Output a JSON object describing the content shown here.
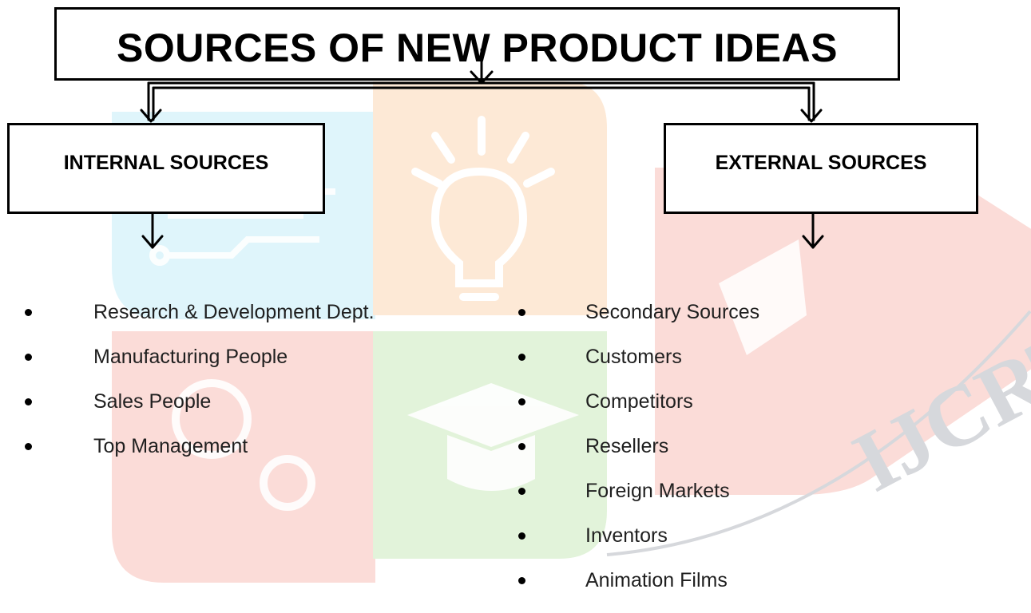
{
  "title": "SOURCES OF NEW PRODUCT IDEAS",
  "internal": {
    "heading": "INTERNAL SOURCES",
    "items": [
      "Research & Development Dept.",
      "Manufacturing People",
      "Sales People",
      "Top Management"
    ]
  },
  "external": {
    "heading": "EXTERNAL SOURCES",
    "items": [
      "Secondary Sources",
      "Customers",
      "Competitors",
      "Resellers",
      "Foreign Markets",
      "Inventors",
      "Animation Films"
    ]
  },
  "watermark": {
    "text": "IJCRT",
    "colors": {
      "cyan": "#dff5fb",
      "orange": "#fde9d6",
      "red": "#fbdcd8",
      "green": "#e2f3da",
      "text": "#d6d8dc"
    }
  }
}
